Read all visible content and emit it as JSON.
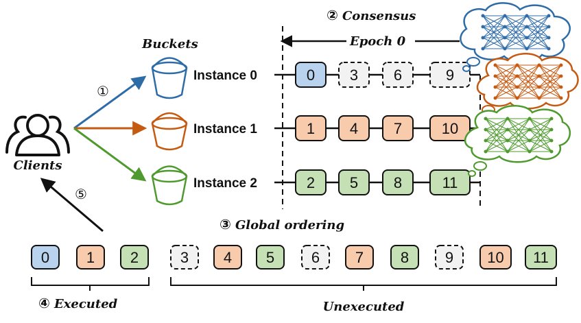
{
  "labels": {
    "buckets": "Buckets",
    "clients": "Clients",
    "consensus": "Consensus",
    "epoch": "Epoch 0",
    "global_ordering": "Global ordering",
    "executed": "Executed",
    "unexecuted": "Unexecuted"
  },
  "steps": {
    "s1": "①",
    "s2": "②",
    "s3": "③",
    "s4": "④",
    "s5": "⑤"
  },
  "colors": {
    "blue_fill": "#b9d3ee",
    "orange_fill": "#f8cbad",
    "green_fill": "#c5e0b4",
    "gray_fill": "#f2f2f2",
    "blue_stroke": "#2e6ca8",
    "orange_stroke": "#c55a11",
    "green_stroke": "#4e9a2e"
  },
  "instances": [
    {
      "label": "Instance 0",
      "color": "blue",
      "blocks": [
        {
          "value": "0",
          "state": "committed"
        },
        {
          "value": "3",
          "state": "pending"
        },
        {
          "value": "6",
          "state": "pending"
        },
        {
          "value": "9",
          "state": "pending"
        }
      ]
    },
    {
      "label": "Instance 1",
      "color": "orange",
      "blocks": [
        {
          "value": "1",
          "state": "committed"
        },
        {
          "value": "4",
          "state": "committed"
        },
        {
          "value": "7",
          "state": "committed"
        },
        {
          "value": "10",
          "state": "committed"
        }
      ]
    },
    {
      "label": "Instance 2",
      "color": "green",
      "blocks": [
        {
          "value": "2",
          "state": "committed"
        },
        {
          "value": "5",
          "state": "committed"
        },
        {
          "value": "8",
          "state": "committed"
        },
        {
          "value": "11",
          "state": "committed"
        }
      ]
    }
  ],
  "global_order": [
    {
      "value": "0",
      "color": "blue",
      "state": "committed"
    },
    {
      "value": "1",
      "color": "orange",
      "state": "committed"
    },
    {
      "value": "2",
      "color": "green",
      "state": "committed"
    },
    {
      "value": "3",
      "color": "gray",
      "state": "pending"
    },
    {
      "value": "4",
      "color": "orange",
      "state": "committed"
    },
    {
      "value": "5",
      "color": "green",
      "state": "committed"
    },
    {
      "value": "6",
      "color": "gray",
      "state": "pending"
    },
    {
      "value": "7",
      "color": "orange",
      "state": "committed"
    },
    {
      "value": "8",
      "color": "green",
      "state": "committed"
    },
    {
      "value": "9",
      "color": "gray",
      "state": "pending"
    },
    {
      "value": "10",
      "color": "orange",
      "state": "committed"
    },
    {
      "value": "11",
      "color": "green",
      "state": "committed"
    }
  ],
  "icons": {
    "clients": "users-icon",
    "bucket": "bucket-icon",
    "thought": "neural-network-thought-cloud-icon"
  }
}
